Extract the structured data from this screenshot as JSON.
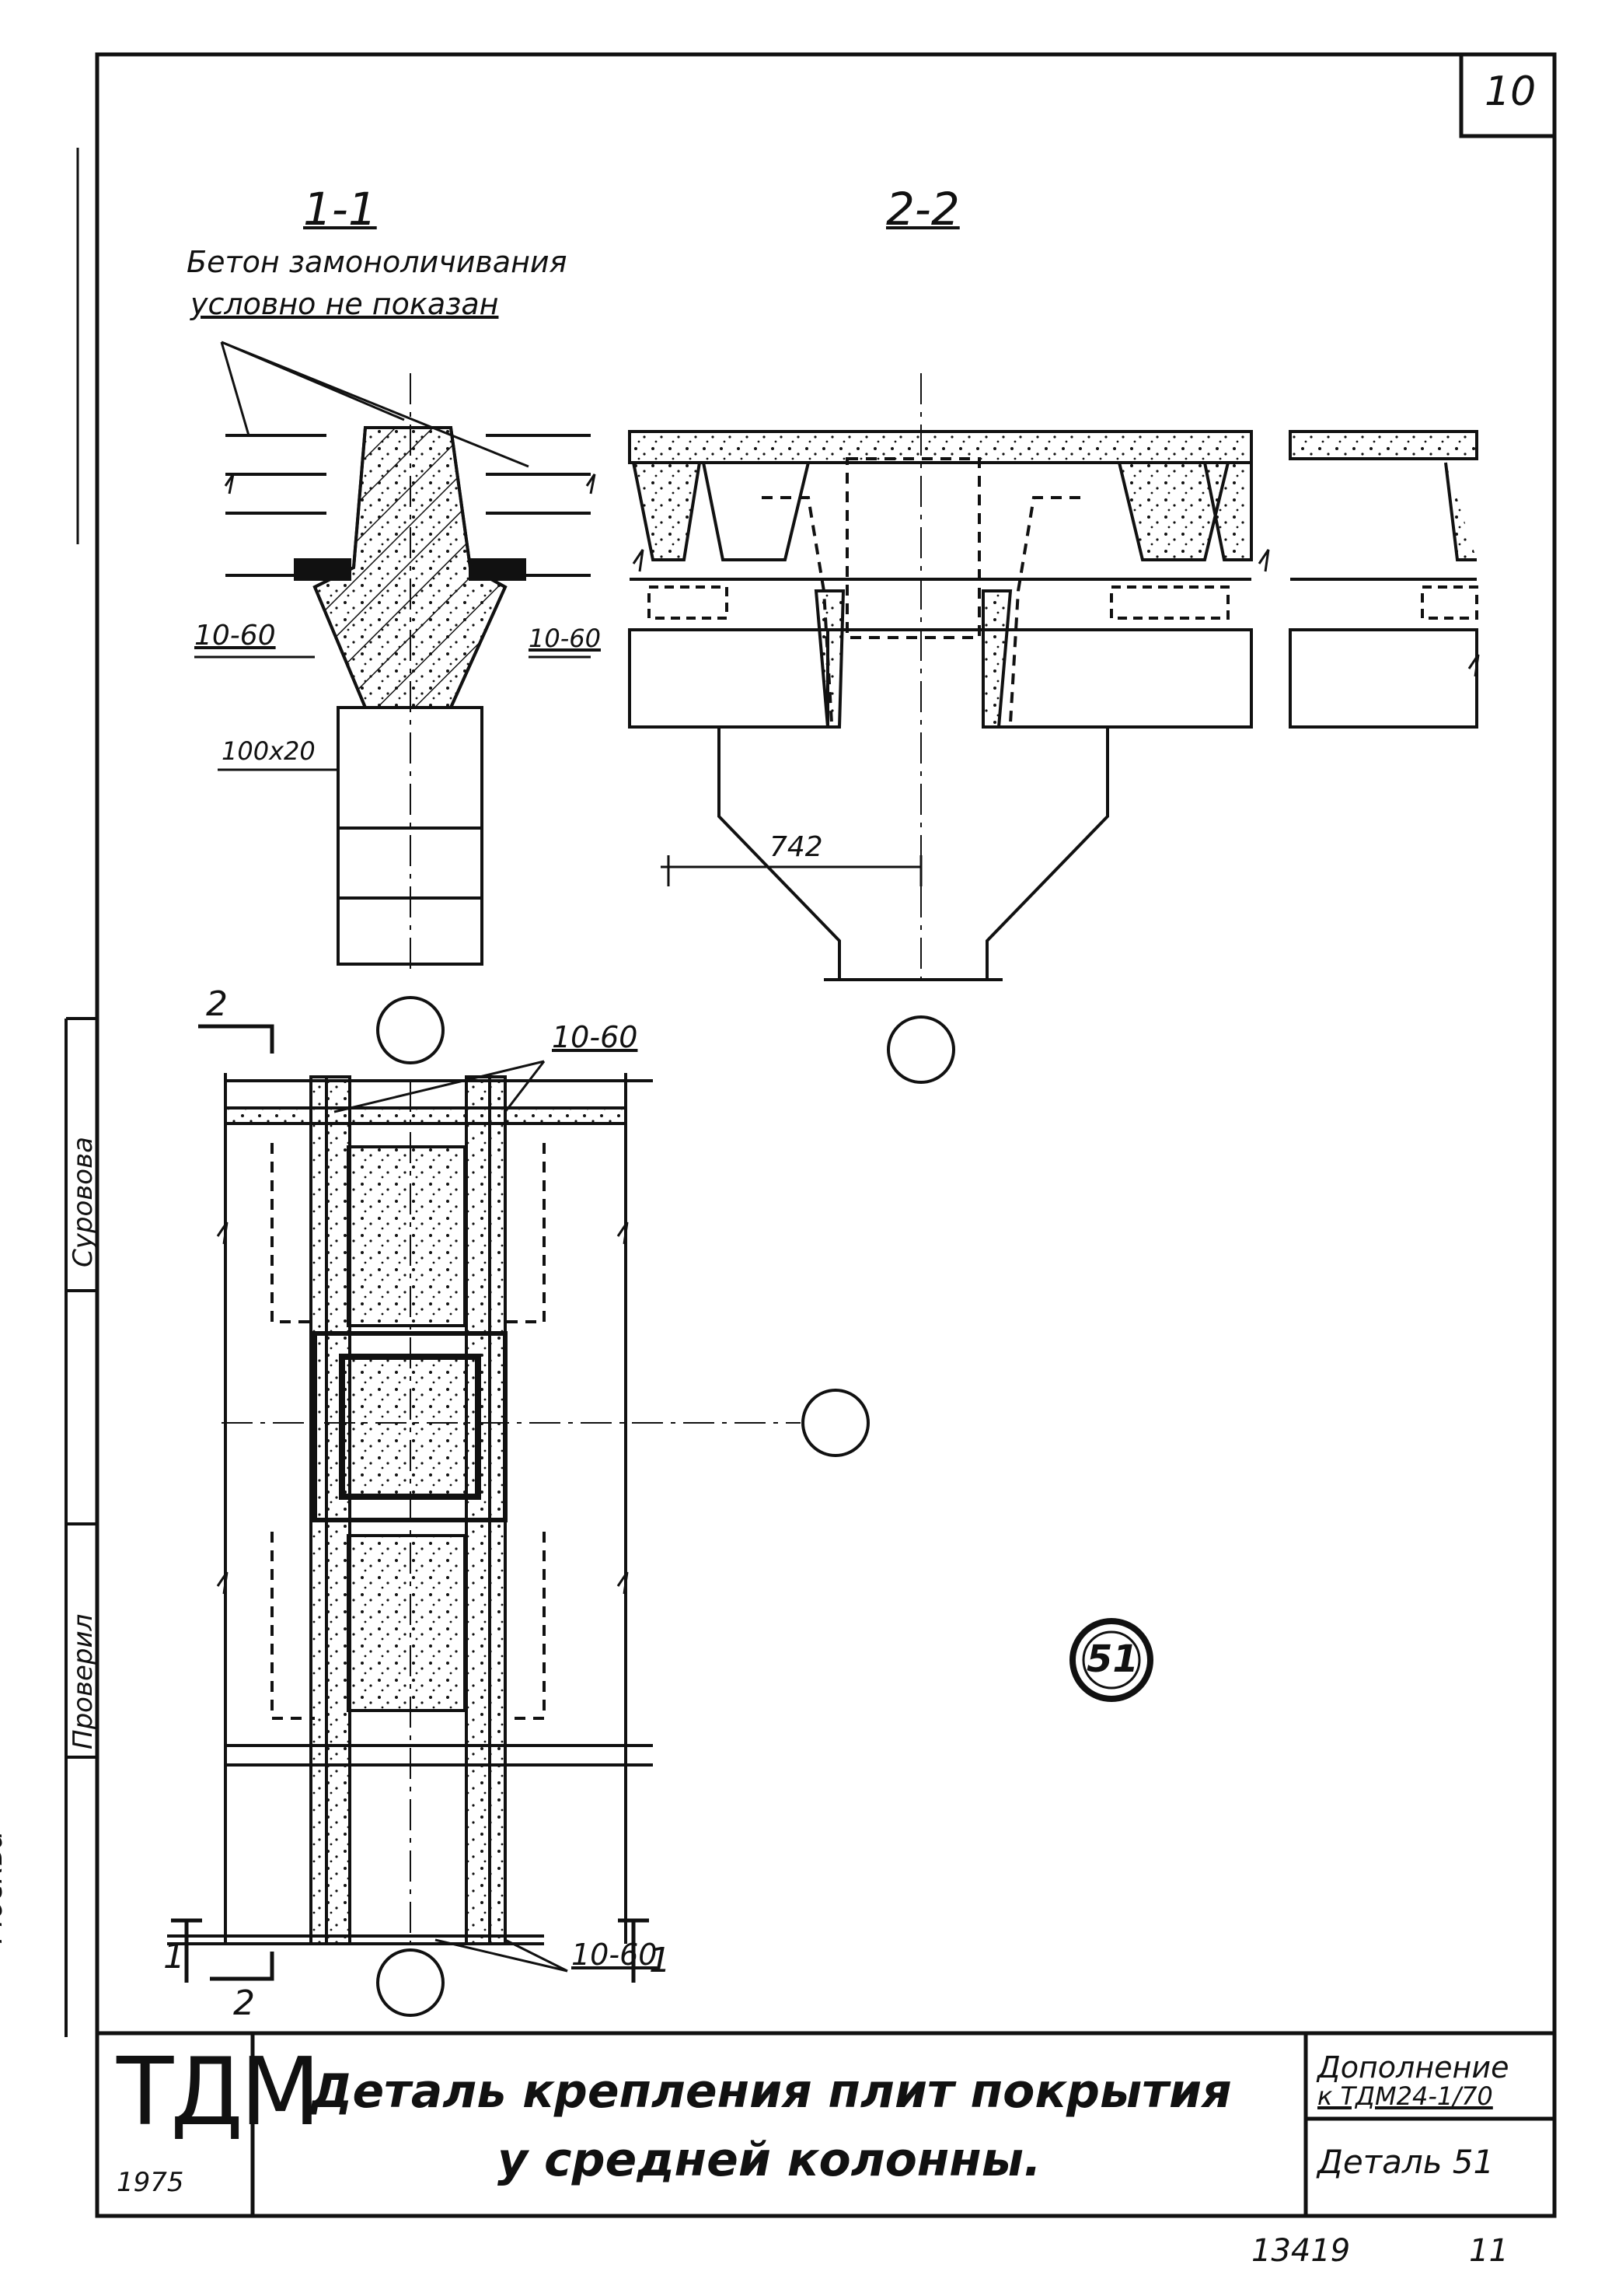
{
  "sheet_number": "10",
  "sections": {
    "section_1": "1-1",
    "section_2": "2-2"
  },
  "notes": {
    "concrete_line1": "Бетон замоноличивания",
    "concrete_line2": "условно не показан"
  },
  "dimensions": {
    "tie_left": "10-60",
    "tie_right": "10-60",
    "gap": "100х20",
    "span_742": "742",
    "tie_plan_top": "10-60",
    "tie_plan_bottom": "10-60"
  },
  "cut_marks": {
    "cut2_top": "2",
    "cut2_bottom": "2",
    "cut1_left": "1",
    "cut1_right": "1"
  },
  "detail_mark": "51",
  "side_stamp": {
    "city": "Москва",
    "checked": "Проверил",
    "name": "Суровова"
  },
  "title_block": {
    "org": "ТДМ",
    "year": "1975",
    "title_line1": "Деталь крепления плит покрытия",
    "title_line2": "у средней колонны.",
    "doc_line1": "Дополнение",
    "doc_line2": "к ТДМ24-1/70",
    "detail": "Деталь 51"
  },
  "footer": {
    "inventory": "13419",
    "page": "11"
  },
  "colors": {
    "ink": "#111111",
    "paper": "#ffffff"
  }
}
